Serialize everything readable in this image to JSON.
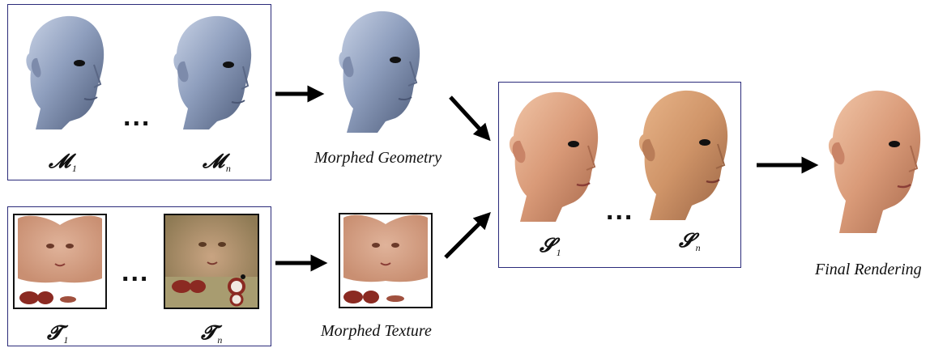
{
  "labels": {
    "morphed_geometry": "Morphed Geometry",
    "morphed_texture": "Morphed Texture",
    "final_rendering": "Final Rendering"
  },
  "symbols": {
    "m": "𝓜",
    "t": "𝓣",
    "s": "𝓢",
    "sub_1": "1",
    "sub_n": "n"
  },
  "ellipsis": "..."
}
